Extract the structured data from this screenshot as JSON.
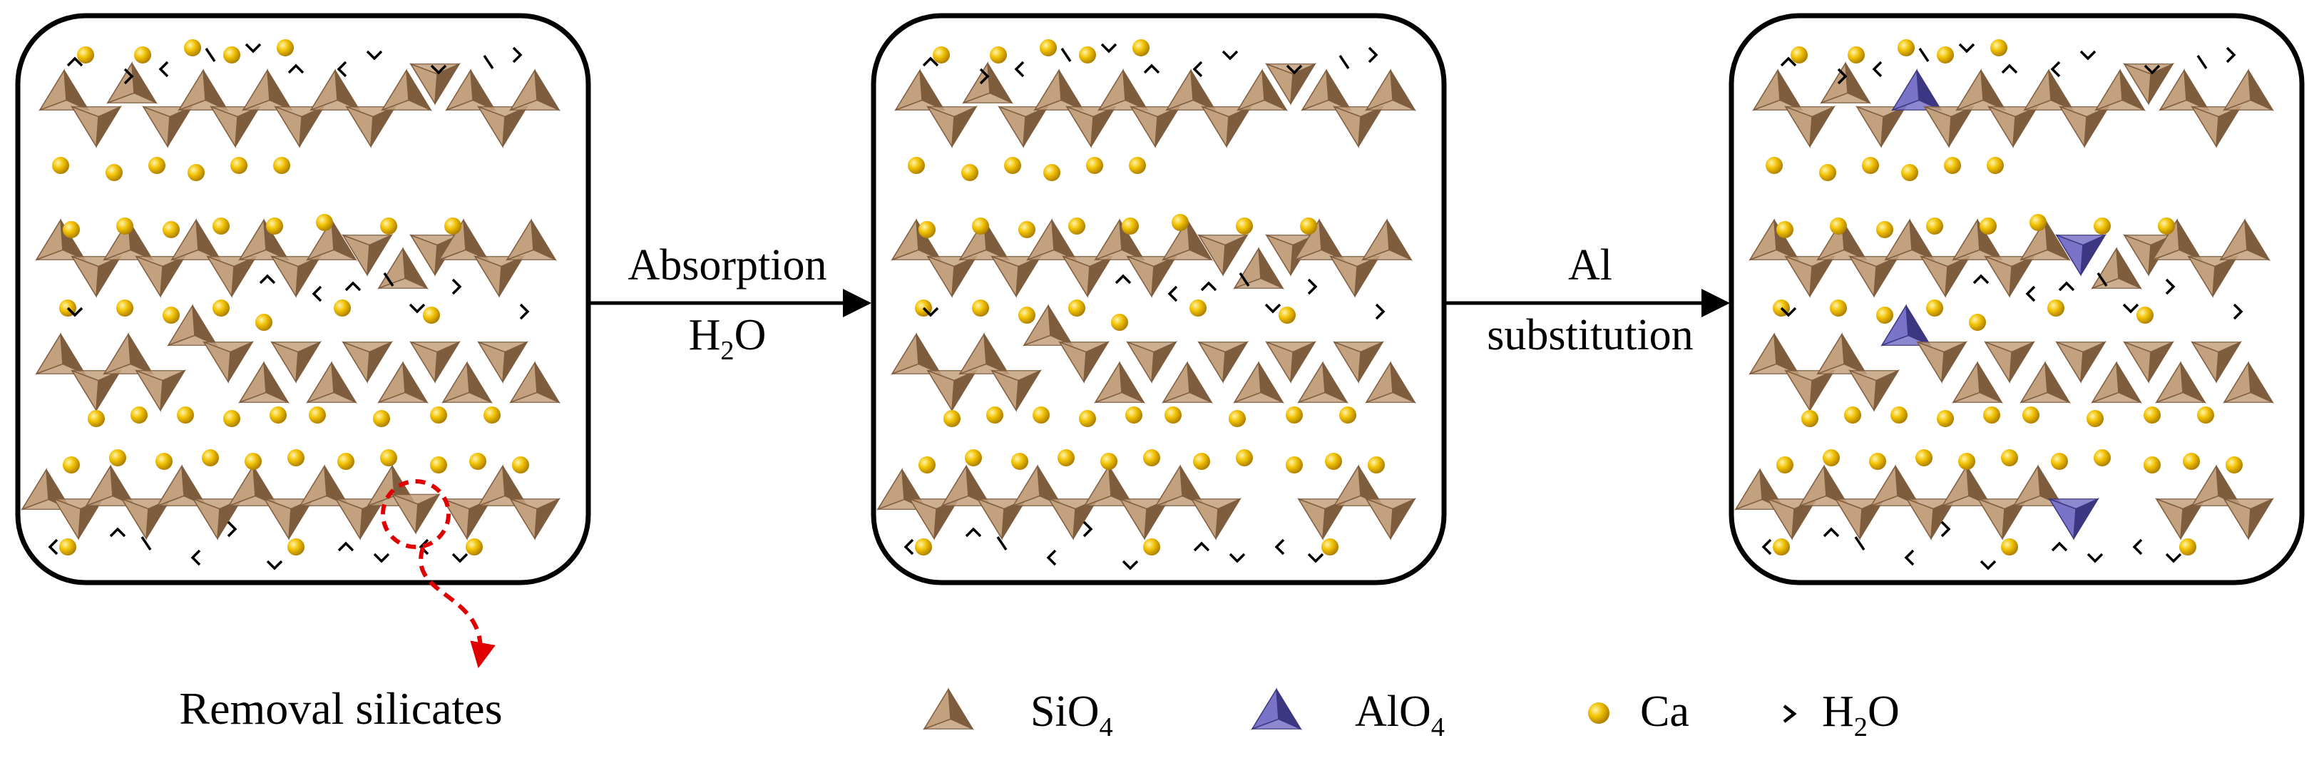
{
  "arrow1": {
    "label_top": "Absorption",
    "label_bottom_main": "H",
    "label_bottom_sub": "2",
    "label_bottom_tail": "O"
  },
  "arrow2": {
    "label_top": "Al",
    "label_bottom": "substitution"
  },
  "annotation": {
    "removal_label": "Removal silicates"
  },
  "legend": {
    "items": [
      {
        "id": "sio4",
        "main": "SiO",
        "sub": "4",
        "color": "#a57f5c"
      },
      {
        "id": "alo4",
        "main": "AlO",
        "sub": "4",
        "color": "#5b55a5"
      },
      {
        "id": "ca",
        "main": "Ca",
        "sub": "",
        "color": "#e6b000"
      },
      {
        "id": "h2o",
        "main": "H",
        "sub": "2",
        "tail": "O",
        "color": "#000000"
      }
    ]
  },
  "colors": {
    "sio4_light": "#c4a17e",
    "sio4_dark": "#7e5c3e",
    "alo4_light": "#7a74c8",
    "alo4_dark": "#3d3782",
    "ca_fill": "#e9b400",
    "ca_highlight": "#fff4b0",
    "removal_marker": "#e00000"
  }
}
